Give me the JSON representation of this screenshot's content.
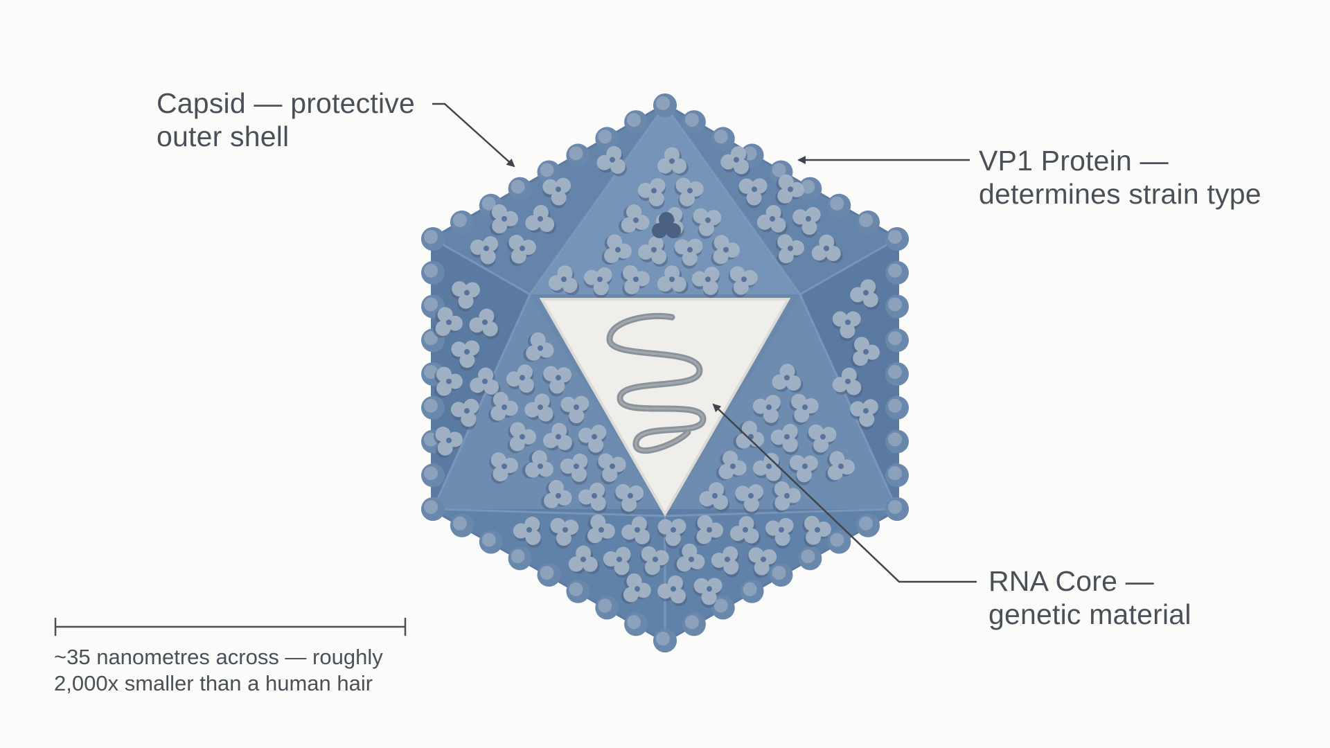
{
  "labels": {
    "capsid": {
      "line1": "Capsid — protective",
      "line2": "outer shell"
    },
    "vp1": {
      "line1": "VP1 Protein —",
      "line2": "determines strain type"
    },
    "rna": {
      "line1": "RNA Core —",
      "line2": "genetic material"
    }
  },
  "scale": {
    "line1": "~35 nanometres across — roughly",
    "line2": "2,000x smaller than a human hair"
  },
  "colors": {
    "background": "#fbfbfa",
    "capsid_fill": "#6a88ac",
    "capsid_shade": "#56739a",
    "protein_light": "#a7b6c8",
    "protein_dark": "#4a6183",
    "core_fill": "#efeeea",
    "rna_strand": "#8b929a",
    "text": "#4a5058",
    "leader": "#3f454c"
  }
}
